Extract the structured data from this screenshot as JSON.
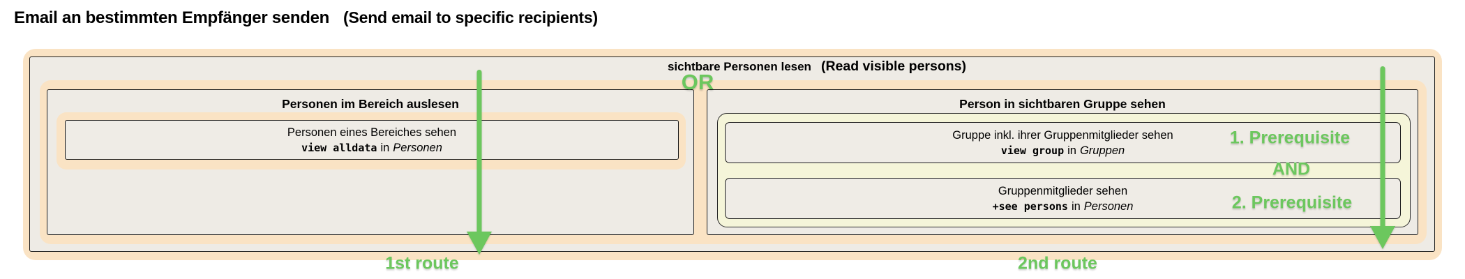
{
  "page_title": {
    "de": "Email an bestimmten Empfänger senden",
    "en": "(Send email to specific recipients)"
  },
  "outer_box": {
    "title_de": "sichtbare Personen lesen",
    "title_en": "(Read visible persons)",
    "or_label": "OR"
  },
  "left_route": {
    "title": "Personen im Bereich auslesen",
    "permission": {
      "description": "Personen eines Bereiches sehen",
      "code": "view alldata",
      "connector": "in",
      "scope": "Personen"
    }
  },
  "right_route": {
    "title": "Person in sichtbaren Gruppe sehen",
    "and_label": "AND",
    "prerequisite1": {
      "description": "Gruppe inkl. ihrer Gruppenmitglieder sehen",
      "code": "view group",
      "connector": "in",
      "scope": "Gruppen",
      "annotation": "1. Prerequisite"
    },
    "prerequisite2": {
      "description": "Gruppenmitglieder sehen",
      "code": "+see persons",
      "connector": "in",
      "scope": "Personen",
      "annotation": "2. Prerequisite"
    }
  },
  "route_labels": {
    "first": "1st route",
    "second": "2nd route"
  },
  "colors": {
    "peach": "#fae3c4",
    "box_gray": "#eeebe5",
    "pale_yellow": "#f5f5d9",
    "green": "#6cc75e",
    "border": "#1c1c1c"
  }
}
